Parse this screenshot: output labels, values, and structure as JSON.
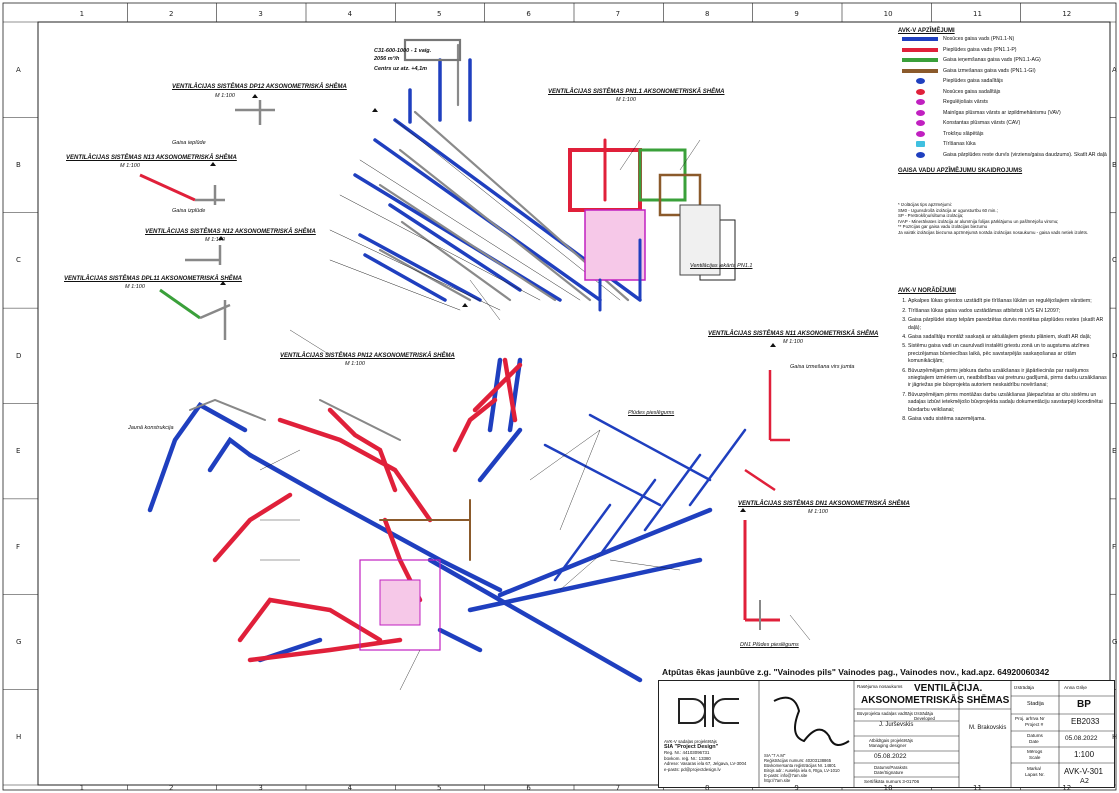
{
  "grid": {
    "columns": [
      "1",
      "2",
      "3",
      "4",
      "5",
      "6",
      "7",
      "8",
      "9",
      "10",
      "11",
      "12"
    ],
    "rows": [
      "A",
      "B",
      "C",
      "D",
      "E",
      "F",
      "G",
      "H"
    ],
    "sheet_size": "A2"
  },
  "diagrams": [
    {
      "title": "VENTILĀCIJAS SISTĒMAS DP12 AKSONOMETRISKĀ SHĒMA",
      "scale": "M 1:100"
    },
    {
      "title": "VENTILĀCIJAS SISTĒMAS N13 AKSONOMETRISKĀ SHĒMA",
      "scale": "M 1:100"
    },
    {
      "title": "VENTILĀCIJAS SISTĒMAS N12 AKSONOMETRISKĀ SHĒMA",
      "scale": "M 1:100"
    },
    {
      "title": "VENTILĀCIJAS SISTĒMAS DPL11 AKSONOMETRISKĀ SHĒMA",
      "scale": "M 1:100"
    },
    {
      "title": "VENTILĀCIJAS SISTĒMAS PN1.1 AKSONOMETRISKĀ SHĒMA",
      "scale": "M 1:100"
    },
    {
      "title": "VENTILĀCIJAS SISTĒMAS PN12 AKSONOMETRISKĀ SHĒMA",
      "scale": "M 1:100"
    },
    {
      "title": "VENTILĀCIJAS SISTĒMAS N11 AKSONOMETRISKĀ SHĒMA",
      "scale": "M 1:100"
    },
    {
      "title": "VENTILĀCIJAS SISTĒMAS DN1 AKSONOMETRISKĀ SHĒMA",
      "scale": "M 1:100"
    }
  ],
  "annotations": {
    "supply_header": "C31-600-1000 - 1 vaig.",
    "supply_flow": "2056 m³/h",
    "center": "Centrs uz atz. +4,1m",
    "main_duct": "Ventilācijas iekārta PN1.1",
    "label_a": "Gaisa ieplūde",
    "label_b": "Gaisa izplūde",
    "label_c": "Gaisa izmešana virs jumta",
    "label_d": "Jaunā konstrukcija",
    "label_e": "Plūdes pieslēgums",
    "label_f": "DN1 Plūdes pieslēgums"
  },
  "legend": {
    "title": "AVK-V APZĪMĒJUMI",
    "items": [
      {
        "label": "Nosūces gaisa vads (PN1.1-N)",
        "color": "#1f3fbf"
      },
      {
        "label": "Pieplūdes gaisa vads (PN1.1-P)",
        "color": "#e0203a"
      },
      {
        "label": "Gaisa ieņemšanas gaisa vads (PN1.1-AG)",
        "color": "#3aa03a"
      },
      {
        "label": "Gaisa izmešanas gaisa vads (PN1.1-GI)",
        "color": "#8b5a2b"
      },
      {
        "label": "Pieplūdes gaisa sadalītājs",
        "color": "#1f3fbf"
      },
      {
        "label": "Nosūces gaisa sadalītājs",
        "color": "#e0203a"
      },
      {
        "label": "Regulējošais vārsts",
        "color": "#c020c0"
      },
      {
        "label": "Mainīgas plūsmas vārsts ar izpildmehānismu (VAV)",
        "color": "#c020c0"
      },
      {
        "label": "Konstantas plūsmas vārsts (CAV)",
        "color": "#c020c0"
      },
      {
        "label": "Trokšņu slāpētājs",
        "color": "#c020c0"
      },
      {
        "label": "Tīrīšanas lūka",
        "color": "#40c0e0"
      },
      {
        "label": "Gaisa pārplūdes reste durvīs (virziens/gaisa daudzums). Skatīt AR daļā",
        "color": "#1f3fbf"
      }
    ]
  },
  "insulation": {
    "title": "GAISA VADU APZĪMĒJUMU SKAIDROJUMS",
    "lines": [
      "* Izolācijas tips apzīmējumi:",
      "SM0 - Ugunsdrošā izolācija ar ugunsturību 60 min.;",
      "SP - Prettrokšņu/siltuma izolācija;",
      "IVAP - Minerālvates izolācija ar alumīnija folijas pārklājumu un pašlīmējošu virsmu;",
      "** Pozīcijas gar gaisa vadu izolācijas biezumu",
      "Ja vairāk izolācijas biezuma apzīmējumā norāda izolācijas nosaukumu - gaisa vads netiek izolēts."
    ]
  },
  "notes": {
    "title": "AVK-V NORĀDĪJUMI",
    "items": [
      "Apkalpes lūkas griestos uzstādīt pie tīrīšanas lūkām un regulējošajiem vārstiem;",
      "Tīrīšanas lūkas gaisa vados uzstādāmas atbilstoši LVS EN 12097;",
      "Gaisa pārplūdei starp telpām paredzētas durvis montētas pārplūdes restes (skatīt AR daļā);",
      "Gaisa sadalītāju montāž saskaņā ar aktuālajiem griestu plāniem, skatīt AR daļā;",
      "Sistēmu gaisa vadi un caurulvadi instalēti griestu zonā un to augstuma atzīmes precizējamas būvniecības laikā, pēc savstarpējās saskaņošanas ar citām komunikācijām;",
      "Būvuzņēmējam pirms jebkura darba uzsākšanas ir jāpārliecinās par rasējumos sniegtajiem izmēriem un, neatbilstības vai pretrunu gadījumā, pirms darbu uzsākšanas ir jāgriežas pie būvprojekta autoriem neskaidrību novēršanai;",
      "Būvuzņēmējam pirms montāžas darbu uzsākšanas jāiepazīstas ar citu sistēmu un sadaļas izbūvi ietekmējošo būvprojekta sadaļu dokumentāciju savstarpēji koordinētai būvdarbu veikšanai;",
      "Gaisa vadu sistēma sazemējama."
    ]
  },
  "title_block": {
    "project": "Atpūtas ēkas jaunbūve z.g. \"Vainodes pils\" Vainodes pag., Vainodes nov., kad.apz. 64920060342",
    "drawing_name_label": "Rasējuma nosaukums",
    "drawing_name_1": "VENTILĀCIJA.",
    "drawing_name_2": "AKSONOMETRISKĀS SHĒMAS",
    "section_manager_label": "Būvprojekta sadaļas vadītājs",
    "section_manager": "J. Jurševskis",
    "developed_label": "Izstrādāja",
    "developed_sub": "Developed",
    "developer": "M. Brakovskis",
    "pm_label": "Atbildīgais projektētājs",
    "pm_sub": "Managing designer",
    "date_a": "05.08.2022",
    "signature_label": "Datums/Paraksts",
    "signature_sub": "Date/Signature",
    "cert": "Sertifikāta numurs 3-01706",
    "stage_label": "Stadija",
    "stage_value": "BP",
    "proj_label": "Proj. arhīva Nr",
    "proj_sub": "Project #",
    "proj_value": "EB2033",
    "date_label": "Datums",
    "date_sub": "Date",
    "date_value": "05.08.2022",
    "scale_label": "Mērogs",
    "scale_sub": "Scale",
    "scale_value": "1:100",
    "sheet_label": "Marka/",
    "sheet_sub": "Lapas Nr.",
    "sheet_value": "AVK-V-301",
    "company": "SIA \"Project Design\"",
    "company_note": "AVK-V sadaļas projektētājs",
    "company_reg": "Reg. Nr.: 44103096731",
    "company_lic": "būvkom. reģ. Nr.: 13380",
    "company_addr": "Adrese: Vasaras iela 67, Jelgava, LV-3004",
    "company_email": "e-pasts: pd@projectdesign.lv",
    "firm2": "SIA \"7 A.M\"",
    "firm2_reg": "Reģistrācijas numurs: 40203138865",
    "firm2_lic": "Būvkomersanta reģistrācijas Nr. 14801",
    "firm2_addr": "Birojs adr.: Ausekļa iela 6, Rīga, LV-1010",
    "firm2_email": "E-pasts: info@7am.site",
    "firm2_web": "http://7am.site",
    "author_label": "Izstrādāja",
    "author_value": "Anna Griķe"
  }
}
